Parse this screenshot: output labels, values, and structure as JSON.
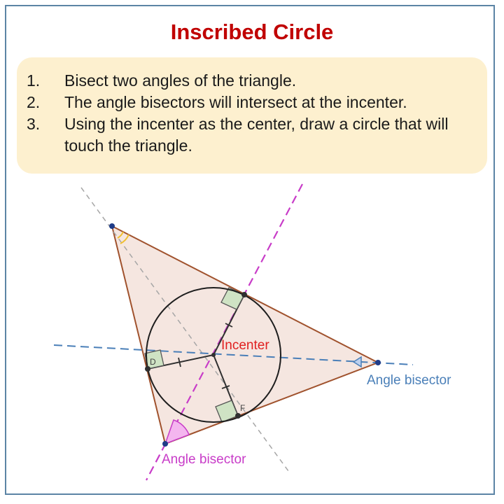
{
  "title": "Inscribed Circle",
  "steps": [
    {
      "num": "1.",
      "text": "Bisect two angles of the triangle."
    },
    {
      "num": "2.",
      "text": "The angle bisectors will intersect at the incenter."
    },
    {
      "num": "3.",
      "text": "Using the incenter as the center, draw a circle that will touch the triangle."
    }
  ],
  "diagram": {
    "incenter_label": "Incenter",
    "bisector_label_right": "Angle bisector",
    "bisector_label_bottom": "Angle bisector",
    "point_d": "D",
    "point_f": "F"
  },
  "colors": {
    "title": "#c00000",
    "triangle_fill": "#f5e6e0",
    "triangle_edge": "#a0522d",
    "bisector_blue": "#4a7fb8",
    "bisector_magenta": "#c83cc8",
    "incenter_red": "#e02020"
  }
}
